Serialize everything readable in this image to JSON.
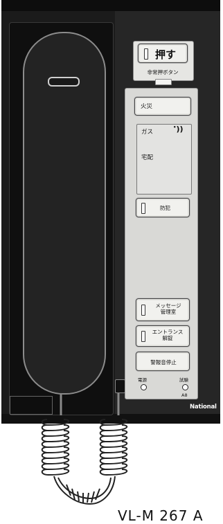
{
  "device": {
    "brand": "National",
    "model": "VL-M 267 A",
    "unit_code": "A8"
  },
  "buttons": {
    "emergency": "押す",
    "emergency_caption": "非常押ボタン",
    "fire": "火災",
    "crime": "防犯",
    "message_line1": "メッセージ",
    "message_line2": "管理室",
    "entrance_line1": "エントランス",
    "entrance_line2": "解錠",
    "alarm_stop": "警報音停止"
  },
  "display": {
    "gas": "ガス",
    "gas_sound_icon": "))",
    "delivery": "宅配"
  },
  "indicators": {
    "power": "電源",
    "test": "試験"
  },
  "colors": {
    "body": "#1b1b1b",
    "panel": "#d9d9d6",
    "button_face": "#f1f1ee"
  }
}
